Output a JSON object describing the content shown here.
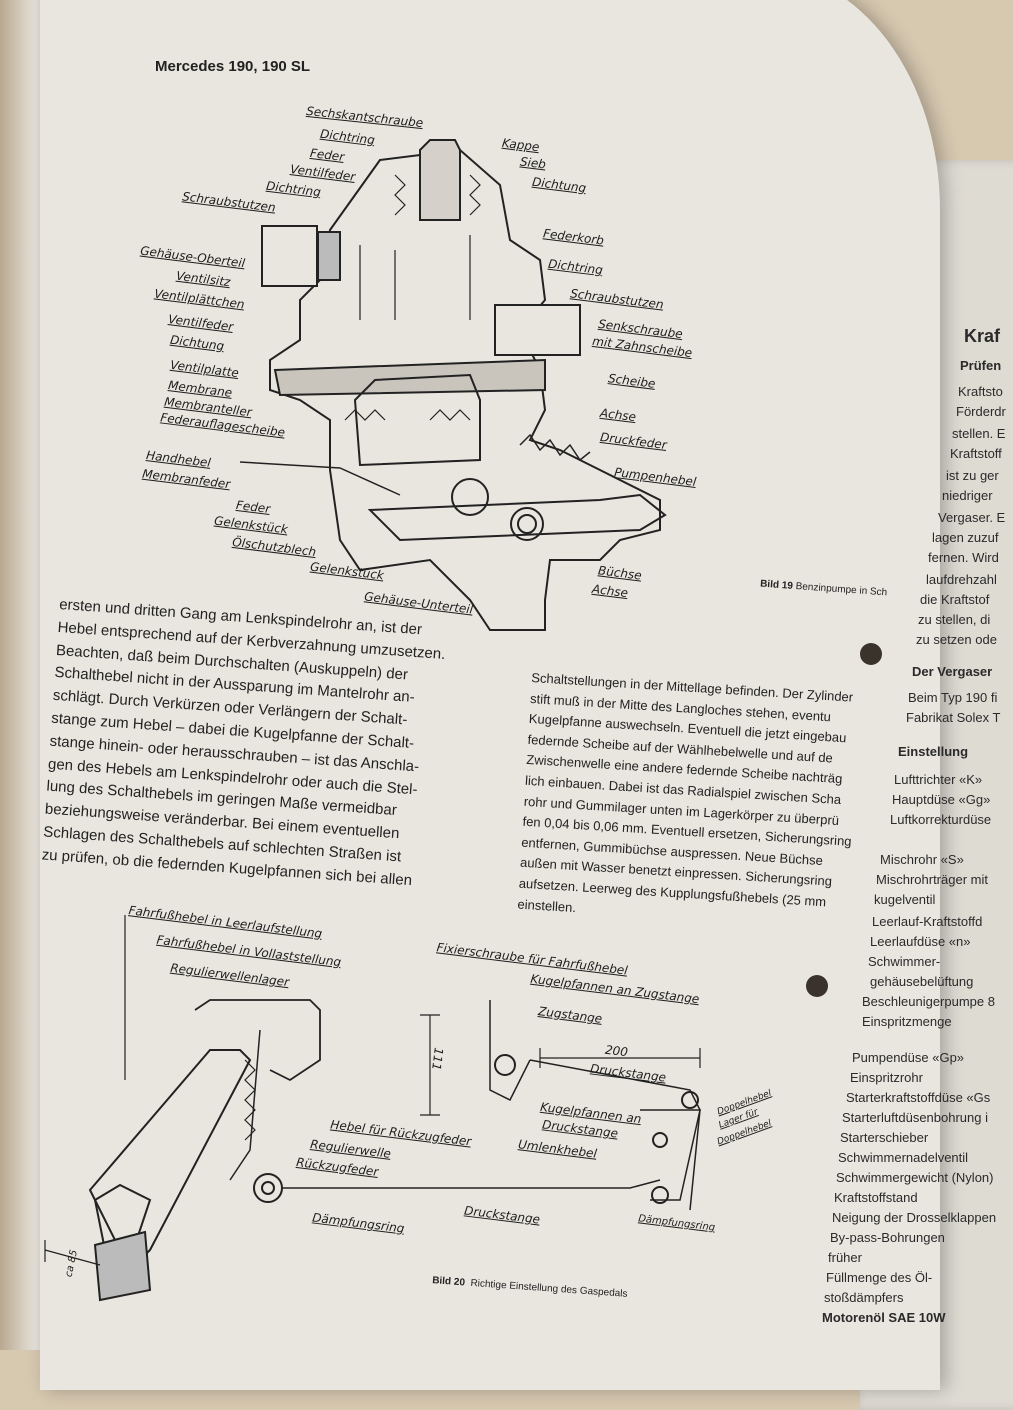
{
  "page": {
    "header": "Mercedes 190, 190 SL"
  },
  "figure19": {
    "caption_label": "Bild 19",
    "caption_text": "Benzinpumpe in Sch",
    "labels": [
      "Sechskantschraube",
      "Dichtring",
      "Feder",
      "Ventilfeder",
      "Dichtring",
      "Schraubstutzen",
      "Gehäuse-Oberteil",
      "Ventilsitz",
      "Ventilplättchen",
      "Ventilfeder",
      "Dichtung",
      "Ventilplatte",
      "Membrane",
      "Membranteller",
      "Federauflagescheibe",
      "Handhebel",
      "Membranfeder",
      "Feder",
      "Gelenkstück",
      "Ölschutzblech",
      "Gelenkstück",
      "Gehäuse-Unterteil",
      "Kappe",
      "Sieb",
      "Dichtung",
      "Federkorb",
      "Dichtring",
      "Schraubstutzen",
      "Senkschraube",
      "mit Zahnscheibe",
      "Scheibe",
      "Achse",
      "Druckfeder",
      "Pumpenhebel",
      "Büchse",
      "Achse"
    ]
  },
  "body_left": [
    "ersten und dritten Gang am Lenkspindelrohr an, ist der",
    "Hebel entsprechend auf der Kerbverzahnung umzusetzen.",
    "Beachten, daß beim Durchschalten (Auskuppeln) der",
    "Schalthebel nicht in der Aussparung im Mantelrohr an-",
    "schlägt. Durch Verkürzen oder Verlängern der Schalt-",
    "stange zum Hebel – dabei die Kugelpfanne der Schalt-",
    "stange hinein- oder herausschrauben – ist das Anschla-",
    "gen des Hebels am Lenkspindelrohr oder auch die Stel-",
    "lung des Schalthebels im geringen Maße vermeidbar",
    "beziehungsweise veränderbar. Bei einem eventuellen",
    "Schlagen des Schalthebels auf schlechten Straßen ist",
    "zu prüfen, ob die federnden Kugelpfannen sich bei allen"
  ],
  "body_mid": [
    "Schaltstellungen in der Mittellage befinden. Der Zylinder",
    "stift muß in der Mitte des Langloches stehen, eventu",
    "Kugelpfanne auswechseln. Eventuell die jetzt eingebau",
    "federnde Scheibe auf der Wählhebelwelle und auf de",
    "Zwischenwelle eine andere federnde Scheibe nachträg",
    "lich einbauen. Dabei ist das Radialspiel zwischen Scha",
    "rohr und Gummilager unten im Lagerkörper zu überprü",
    "fen 0,04 bis 0,06 mm. Eventuell ersetzen, Sicherungsring",
    "entfernen, Gummibüchse auspressen. Neue Büchse",
    "außen mit Wasser benetzt einpressen. Sicherungsring",
    "aufsetzen. Leerweg des Kupplungsfußhebels (25 mm",
    "einstellen."
  ],
  "figure20": {
    "caption_label": "Bild 20",
    "caption_text": "Richtige Einstellung des Gaspedals",
    "labels": [
      "Fahrfußhebel in Leerlaufstellung",
      "Fahrfußhebel in Vollaststellung",
      "Regulierwellenlager",
      "Fixierschraube für Fahrfußhebel",
      "Kugelpfannen an Zugstange",
      "Zugstange",
      "111",
      "200",
      "Druckstange",
      "Kugelpfannen an",
      "Druckstange",
      "Umlenkhebel",
      "Doppelhebel",
      "Lager für",
      "Doppelhebel",
      "Hebel für Rückzugfeder",
      "Regulierwelle",
      "Rückzugfeder",
      "Dämpfungsring",
      "Druckstange",
      "Dämpfungsring",
      "ca 85"
    ]
  },
  "right_page": [
    "Kraf",
    "Prüfen",
    "Kraftsto",
    "Förderdr",
    "stellen. E",
    "Kraftstoff",
    "ist zu ger",
    "niedriger",
    "Vergaser. E",
    "lagen zuzuf",
    "fernen. Wird",
    "laufdrehzahl",
    "die Kraftstof",
    "zu stellen, di",
    "zu setzen ode",
    "Der Vergaser",
    "Beim Typ 190 fi",
    "Fabrikat Solex T",
    "Einstellung",
    "Lufttrichter «K»",
    "Hauptdüse «Gg»",
    "Luftkorrekturdüse",
    "Mischrohr «S»",
    "Mischrohrträger mit",
    "kugelventil",
    "Leerlauf-Kraftstoffd",
    "Leerlaufdüse «n»",
    "Schwimmer-",
    "gehäusebelüftung",
    "Beschleunigerpumpe 8",
    "Einspritzmenge",
    "Pumpendüse «Gp»",
    "Einspritzrohr",
    "Starterkraftstoffdüse «Gs",
    "Starterluftdüsenbohrung i",
    "Starterschieber",
    "Schwimmernadelventil",
    "Schwimmergewicht (Nylon)",
    "Kraftstoffstand",
    "Neigung der Drosselklappen",
    "By-pass-Bohrungen",
    "früher",
    "Füllmenge des Öl-",
    "stoßdämpfers",
    "Motorenöl SAE 10W"
  ]
}
